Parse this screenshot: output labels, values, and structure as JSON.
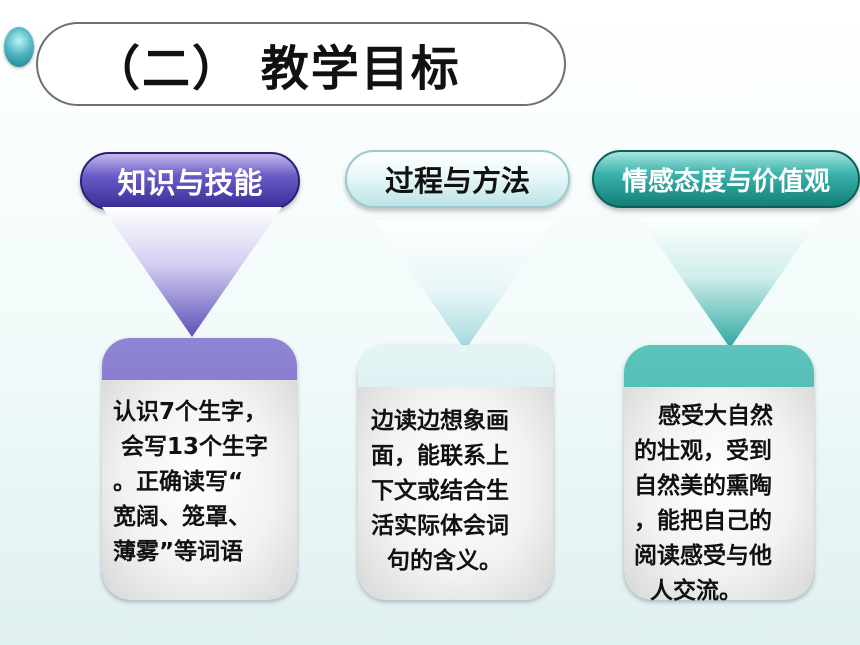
{
  "slide": {
    "title": "（二） 教学目标"
  },
  "categories": [
    {
      "label": "知识与技能",
      "lines": [
        "认识7个生字，",
        " 会写13个生字",
        "。正确读写“",
        "宽阔、笼罩、",
        "薄雾”等词语"
      ]
    },
    {
      "label": "过程与方法",
      "lines": [
        "边读边想象画",
        "面，能联系上",
        "下文或结合生",
        "活实际体会词",
        "  句的含义。"
      ]
    },
    {
      "label": "情感态度与价值观",
      "lines": [
        "   感受大自然",
        "的壮观，受到",
        "自然美的熏陶",
        "，能把自己的",
        "阅读感受与他",
        "  人交流。"
      ]
    }
  ]
}
